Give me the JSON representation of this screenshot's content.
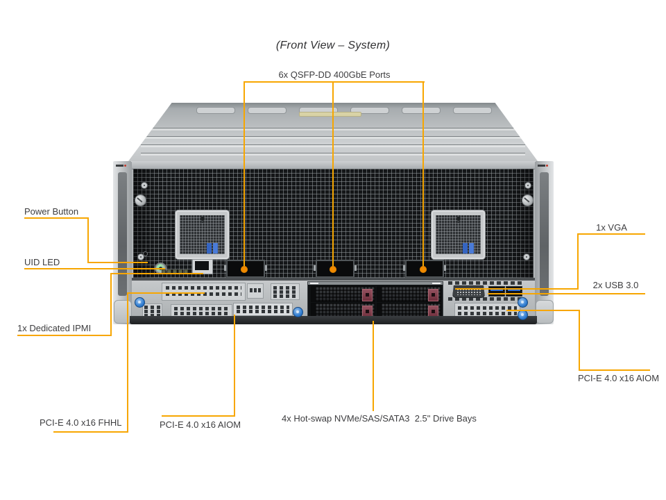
{
  "title": "(Front View – System)",
  "callouts": {
    "qsfp_ports": {
      "label": "6x QSFP-DD 400GbE Ports"
    },
    "power_button": {
      "label": "Power Button"
    },
    "uid_led": {
      "label": "UID LED"
    },
    "dedicated_ipmi": {
      "label": "1x Dedicated IPMI"
    },
    "vga": {
      "label": "1x VGA"
    },
    "usb": {
      "label": "2x USB 3.0"
    },
    "aiom_right": {
      "label": "PCI-E 4.0 x16 AIOM"
    },
    "fhhl": {
      "label": "PCI-E 4.0 x16 FHHL"
    },
    "aiom_bottom": {
      "label": "PCI-E 4.0 x16 AIOM"
    },
    "drive_bays": {
      "label": "4x Hot-swap NVMe/SAS/SATA3  2.5\" Drive Bays"
    }
  },
  "colors": {
    "callout_line": "#F7A600",
    "callout_dot": "#F08A00",
    "label_text": "#3D3D3F",
    "drive_latch": "#7E3642",
    "thumbscrew_blue": "#2F7CD0",
    "usb_blue": "#2E6BD4"
  }
}
